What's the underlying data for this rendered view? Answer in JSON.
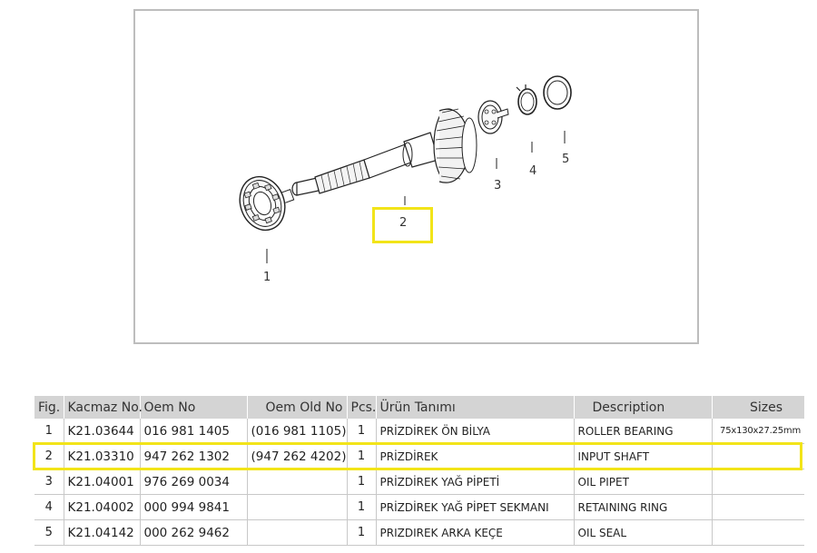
{
  "diagram": {
    "callouts": [
      "1",
      "2",
      "3",
      "4",
      "5"
    ],
    "highlighted_callout": "2",
    "highlight_color": "#f2e419"
  },
  "table": {
    "headers": [
      "Fig.",
      "Kacmaz No.",
      "Oem No",
      "Oem Old No",
      "Pcs.",
      "Ürün Tanımı",
      "Description",
      "Sizes"
    ],
    "rows": [
      {
        "fig": "1",
        "kacmaz": "K21.03644",
        "oem": "016 981 1405",
        "oem_old": "(016 981 1105)",
        "pcs": "1",
        "urun": "PRİZDİREK ÖN BİLYA",
        "desc": "ROLLER BEARING",
        "size": "75x130x27.25mm"
      },
      {
        "fig": "2",
        "kacmaz": "K21.03310",
        "oem": "947 262 1302",
        "oem_old": "(947 262 4202)",
        "pcs": "1",
        "urun": "PRİZDİREK",
        "desc": "INPUT SHAFT",
        "size": ""
      },
      {
        "fig": "3",
        "kacmaz": "K21.04001",
        "oem": "976 269 0034",
        "oem_old": "",
        "pcs": "1",
        "urun": "PRİZDİREK YAĞ PİPETİ",
        "desc": "OIL PIPET",
        "size": ""
      },
      {
        "fig": "4",
        "kacmaz": "K21.04002",
        "oem": "000 994 9841",
        "oem_old": "",
        "pcs": "1",
        "urun": "PRİZDİREK YAĞ PİPET SEKMANI",
        "desc": "RETAINING RING",
        "size": ""
      },
      {
        "fig": "5",
        "kacmaz": "K21.04142",
        "oem": "000 262 9462",
        "oem_old": "",
        "pcs": "1",
        "urun": "PRIZDIREK ARKA KEÇE",
        "desc": "OIL SEAL",
        "size": ""
      }
    ],
    "highlighted_row": "2"
  }
}
